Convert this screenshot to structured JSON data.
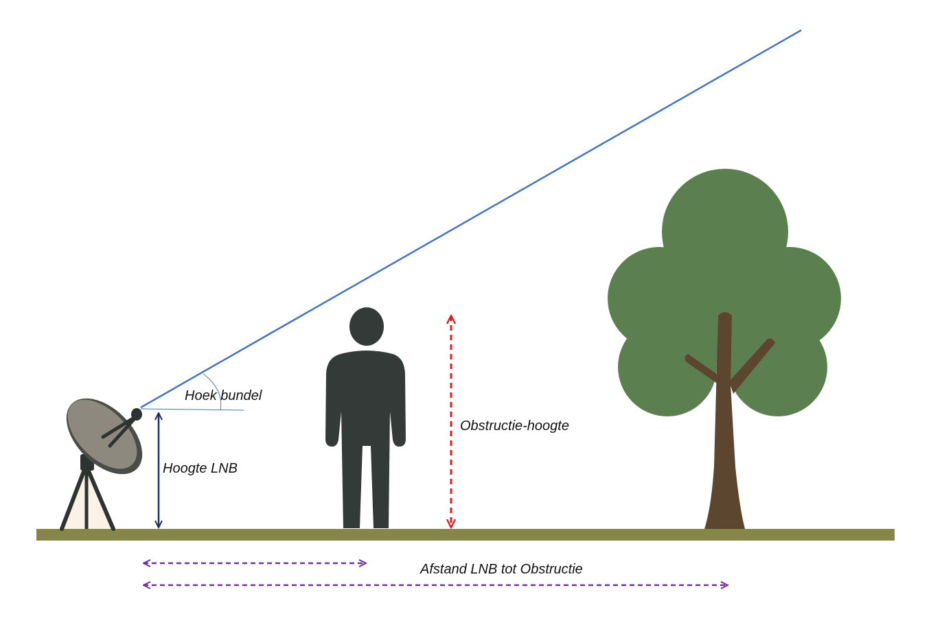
{
  "labels": {
    "beam_angle": "Hoek bundel",
    "lnb_height": "Hoogte LNB",
    "obstruction_height": "Obstructie-hoogte",
    "distance": "Afstand LNB tot Obstructie"
  },
  "colors": {
    "beam": "#4472C4",
    "ground": "#87864A",
    "lnb_height_arrow": "#1F2D5A",
    "obstruction_arrow": "#E21B1B",
    "distance_arrow": "#7030A0",
    "person": "#343A38",
    "tree_crown": "#5B7F4F",
    "tree_trunk": "#5C4630",
    "dish": "#8E897E"
  },
  "icons": [
    "satellite-dish-icon",
    "person-icon",
    "tree-icon"
  ]
}
